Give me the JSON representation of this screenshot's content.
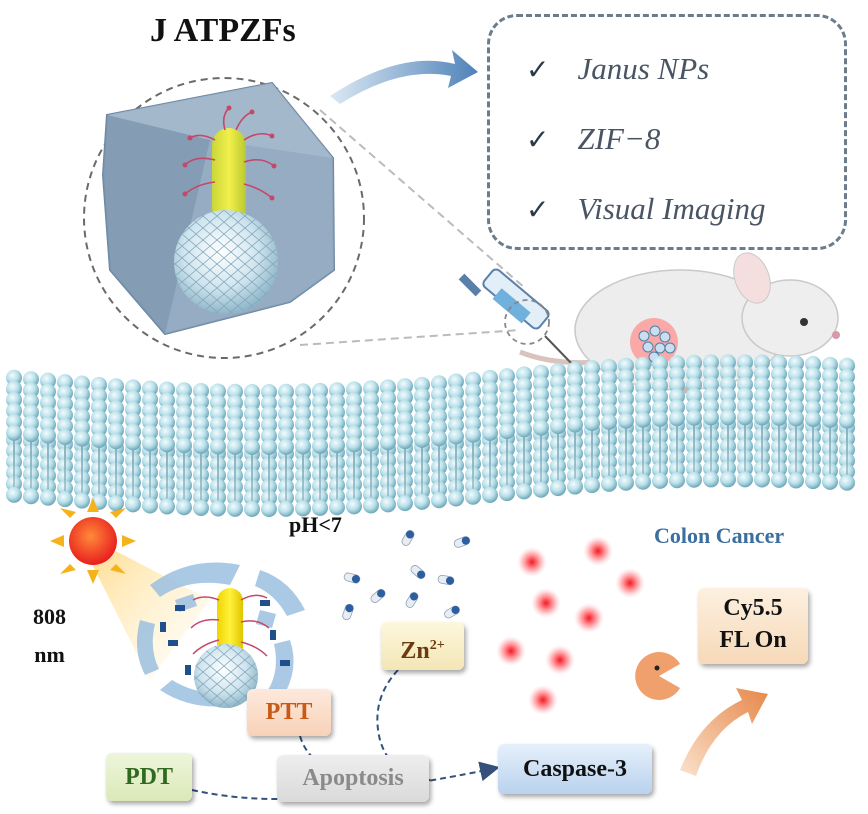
{
  "title": "J ATPZFs",
  "features": [
    {
      "check": "✓",
      "label": "Janus NPs"
    },
    {
      "check": "✓",
      "label": "ZIF−8"
    },
    {
      "check": "✓",
      "label": "Visual Imaging"
    }
  ],
  "labels": {
    "ph": "pH<7",
    "colon_cancer": "Colon Cancer",
    "wavelength_value": "808",
    "wavelength_unit": "nm",
    "zn_base": "Zn",
    "zn_charge": "2+",
    "ptt": "PTT",
    "pdt": "PDT",
    "apoptosis": "Apoptosis",
    "caspase": "Caspase-3",
    "cy_line1": "Cy5.5",
    "cy_line2": "FL On"
  },
  "colors": {
    "membrane_bead": "#bfe4ee",
    "fluorescence": "#ff3b3b",
    "arrow_blue": "#4f82b8",
    "dash_gray": "#6b7c8c"
  }
}
